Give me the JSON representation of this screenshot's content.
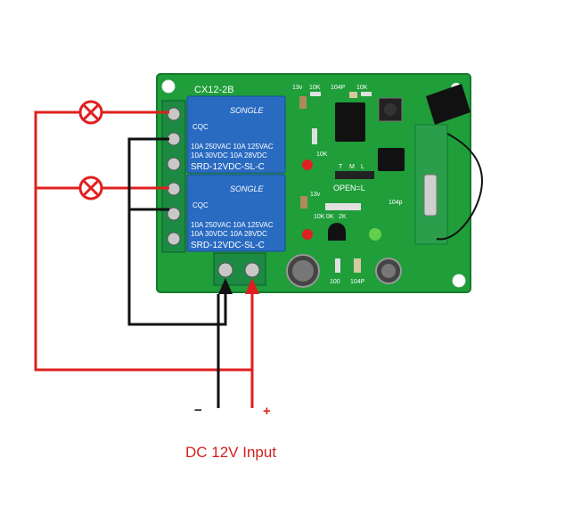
{
  "board": {
    "model": "CX12-2B",
    "relays": [
      {
        "brand": "SONGLE",
        "mark": "CQC",
        "line1": "10A 250VAC  10A 125VAC",
        "line2": "10A  30VDC  10A  28VDC",
        "model": "SRD-12VDC-SL-C"
      },
      {
        "brand": "SONGLE",
        "mark": "CQC",
        "line1": "10A 250VAC  10A 125VAC",
        "line2": "10A  30VDC  10A  28VDC",
        "model": "SRD-12VDC-SL-C"
      }
    ],
    "labels": {
      "r_13v_a": "13v",
      "r_10k_a": "10K",
      "c_104p_a": "104P",
      "r_10k_b": "10K",
      "r_10k_c": "10K",
      "open_l": "OPEN=L",
      "jumper_t": "T",
      "jumper_m": "M",
      "jumper_l": "L",
      "c_104p_b": "104p",
      "r_13v_b": "13v",
      "r_10k_d": "10K",
      "r_10k_e": "0K",
      "r_2k": "2K",
      "r_100": "100",
      "c_104p_c": "104P"
    },
    "colors": {
      "pcb": "#1f9e3a",
      "relay": "#2a6bc2",
      "terminal": "#1c8a42",
      "wire_red": "#e02020",
      "wire_black": "#111111"
    }
  },
  "power": {
    "minus": "−",
    "plus": "+",
    "caption": "DC 12V Input"
  }
}
